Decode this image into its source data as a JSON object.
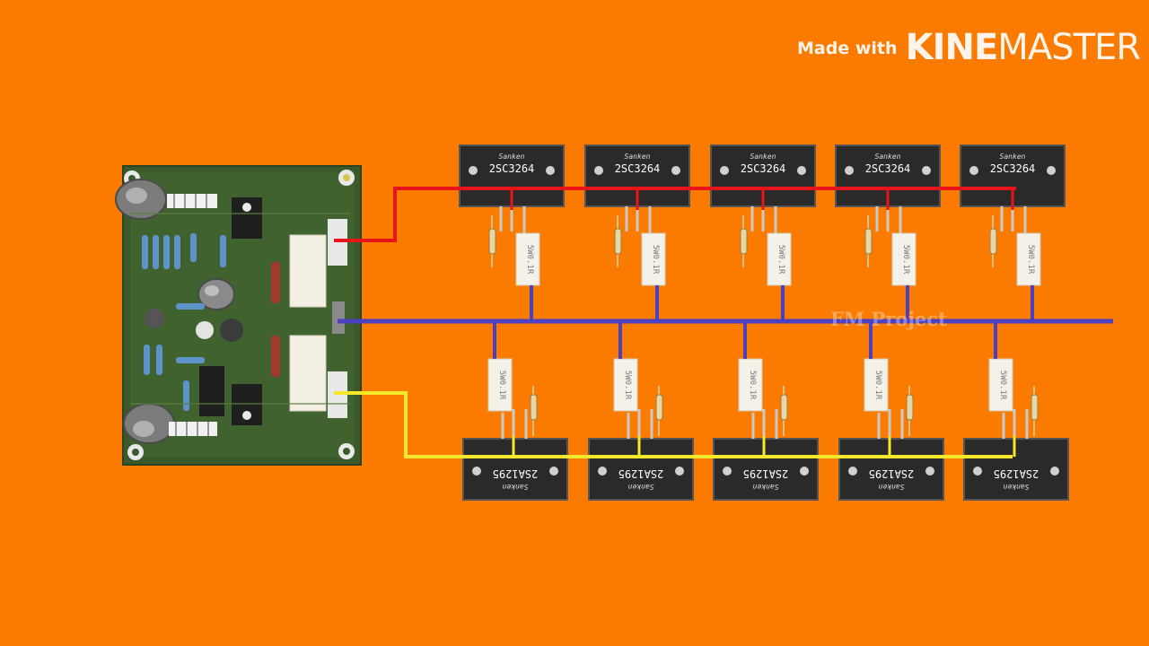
{
  "watermark": {
    "made_with": "Made with",
    "brand_bold": "KINE",
    "brand_light": "MASTER"
  },
  "overlay_text": "FM Project",
  "colors": {
    "background": "#fb7a00",
    "positive_rail": "#e8141b",
    "ground_rail": "#4b3fc2",
    "negative_rail": "#f5e82a",
    "pcb": "#3b5a2c",
    "transistor_body": "#2a2a2a",
    "resistor_body": "#f4f2e8"
  },
  "transistors": {
    "npn_part": "2SC3264",
    "pnp_part": "2SA1295",
    "brand": "Sanken",
    "count_per_row": 5
  },
  "emitter_resistor": {
    "label": "5W0.1R"
  }
}
